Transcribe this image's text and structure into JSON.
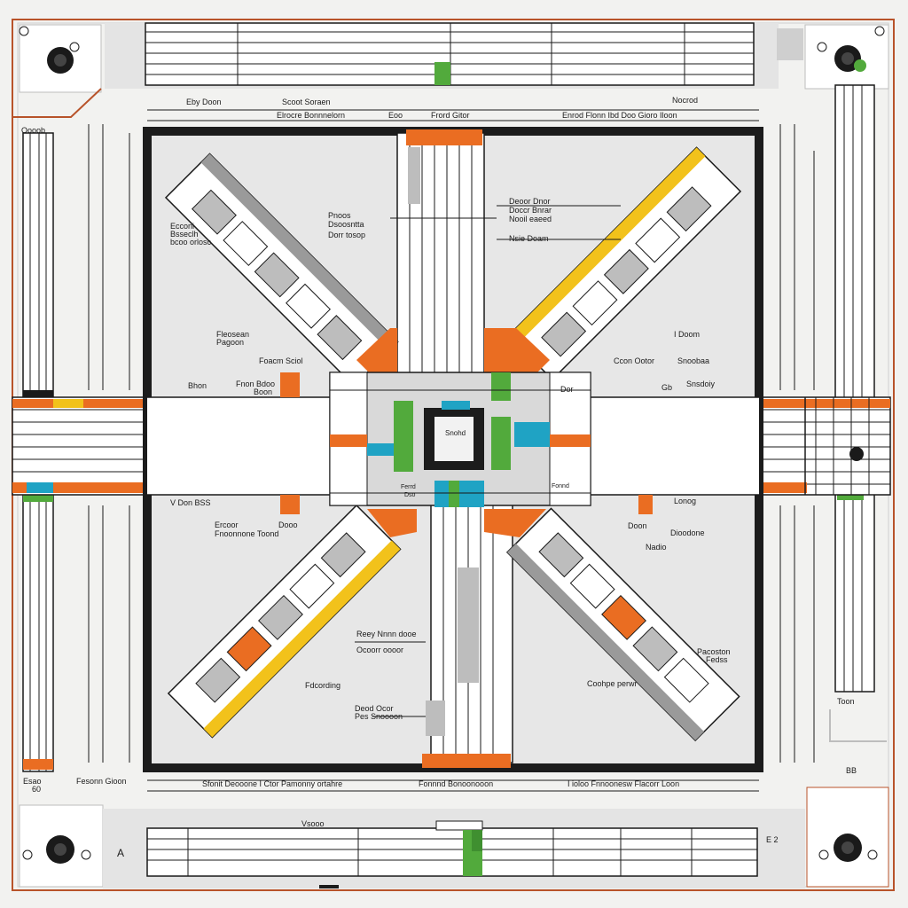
{
  "palette": {
    "paper": "#f2f2f0",
    "frame": "#1c1c1c",
    "border": "#b8532a",
    "orange": "#ea6d22",
    "green": "#52aa3c",
    "teal": "#1fa3c4",
    "yellow": "#f2c21b",
    "grey": "#bdbdbd",
    "light": "#e4e4e4",
    "white": "#ffffff"
  },
  "labels": {
    "top_left": "Eby Doon",
    "top_mid": "Scoot Soraen",
    "top_right": "Nocrod",
    "upper_row_1": "Elrocre Bonnnelorn",
    "upper_row_2": "Eoo",
    "upper_row_3": "Frord Gitor",
    "upper_row_4": "Enrod Flonn Ibd Doo Gioro Iloon",
    "left_note": "Oooob",
    "callout_nw_1": "Ecconi",
    "callout_nw_2": "Bsseclh",
    "callout_nw_3": "bcoo orlosc",
    "callout_center_1": "Pnoos",
    "callout_center_2": "Dsoosntta",
    "callout_center_3": "Dorr tosop",
    "callout_ne_1": "Deoor Dnor",
    "callout_ne_2": "Doccr Bnrar",
    "callout_ne_3": "Nooil eaeed",
    "callout_ne_4": "Nsie Doam",
    "w_label_1": "Fleosean",
    "w_label_2": "Pagoon",
    "w_label_3": "Foacm Sciol",
    "w_label_4": "Bhon",
    "w_label_5": "Fnon Bdoo",
    "w_label_6": "Boon",
    "e_label_1": "I Doom",
    "e_label_2": "Ccon Ootor",
    "e_label_3": "Snoobaa",
    "e_label_4": "Dor",
    "e_label_5": "Gb",
    "e_label_6": "Snsdoiy",
    "center_label": "Snohd",
    "center_tag_1": "Ferrd",
    "center_tag_2": "Dso",
    "center_tag_3": "Fonnd",
    "sw_label_1": "V Don BSS",
    "sw_label_2": "Ercoor",
    "sw_label_3": "Dooo",
    "sw_label_4": "Fnoonnone Toond",
    "se_label_1": "Lonog",
    "se_label_2": "Doon",
    "se_label_3": "Dioodone",
    "se_label_4": "Nadio",
    "lower_mid_1": "Reey Nnnn dooe",
    "lower_mid_2": "Ocoorr oooor",
    "lower_left": "Fdcording",
    "lower_center_1": "Deod Ocor",
    "lower_center_2": "Pes Snoooon",
    "lower_right_1": "Pacoston",
    "lower_right_2": "Fedss",
    "lower_right_3": "Coohpe perwr",
    "right_low": "Toon",
    "right_low_2": "BB",
    "bottom_row_1": "Sfonit Deooone I Ctor Pamonny ortahre",
    "bottom_row_2": "Fonnnd Bonoonooon",
    "bottom_row_3": "I ioloo Fnnoonesw Flacorr Loon",
    "bottom_left_1": "Fesonn Gioon",
    "bottom_left_tag": "Esao",
    "bottom_left_num": "60",
    "bottom_center": "Vsooo",
    "bottom_right_num": "E 2",
    "corner_bl": "A"
  }
}
